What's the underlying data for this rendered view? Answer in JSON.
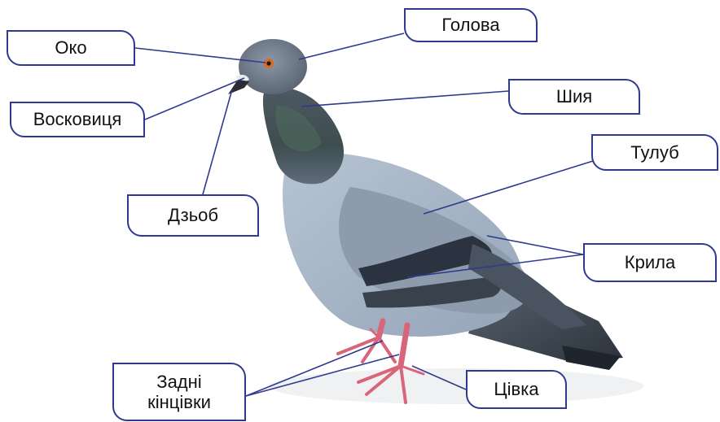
{
  "colors": {
    "leader_line": "#2f3a8f",
    "box_border": "#2f3a8f",
    "text": "#111111"
  },
  "labels": {
    "eye": "Око",
    "head": "Голова",
    "cere": "Восковиця",
    "neck": "Шия",
    "body": "Тулуб",
    "beak": "Дзьоб",
    "wings": "Крила",
    "hind_limbs": "Задні\nкінцівки",
    "tarsus": "Цівка"
  }
}
